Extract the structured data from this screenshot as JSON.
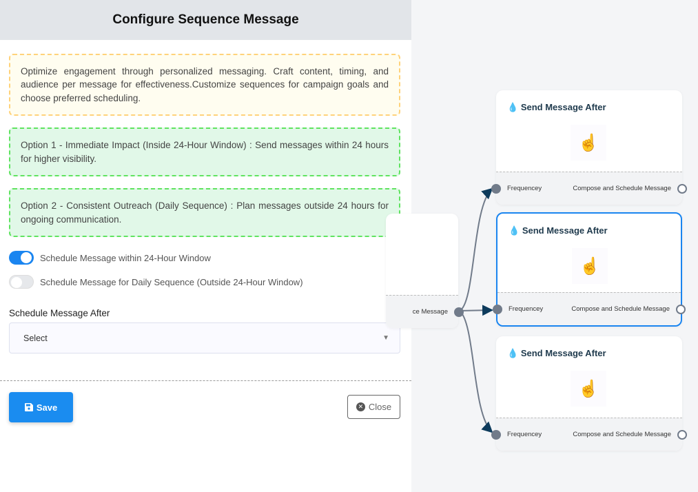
{
  "panel": {
    "title": "Configure Sequence Message",
    "info": "Optimize engagement through personalized messaging. Craft content, timing, and audience per message for effectiveness.Customize sequences for campaign goals and choose preferred scheduling.",
    "option1": "Option 1 - Immediate Impact (Inside 24-Hour Window) : Send messages within 24 hours for higher visibility.",
    "option2": "Option 2 - Consistent Outreach (Daily Sequence) : Plan messages outside 24 hours for ongoing communication.",
    "toggles": [
      {
        "label": "Schedule Message within 24-Hour Window",
        "on": true
      },
      {
        "label": "Schedule Message for Daily Sequence (Outside 24-Hour Window)",
        "on": false
      }
    ],
    "field_label": "Schedule Message After",
    "select_value": "Select",
    "save_label": "Save",
    "close_label": "Close",
    "accent": "#1a8cf0"
  },
  "canvas": {
    "source_node": {
      "output_label": "ce Message"
    },
    "cards": [
      {
        "title": "Send Message After",
        "input": "Frequencey",
        "output": "Compose and Schedule Message",
        "selected": false
      },
      {
        "title": "Send Message After",
        "input": "Frequencey",
        "output": "Compose and Schedule Message",
        "selected": true
      },
      {
        "title": "Send Message After",
        "input": "Frequencey",
        "output": "Compose and Schedule Message",
        "selected": false
      }
    ]
  }
}
